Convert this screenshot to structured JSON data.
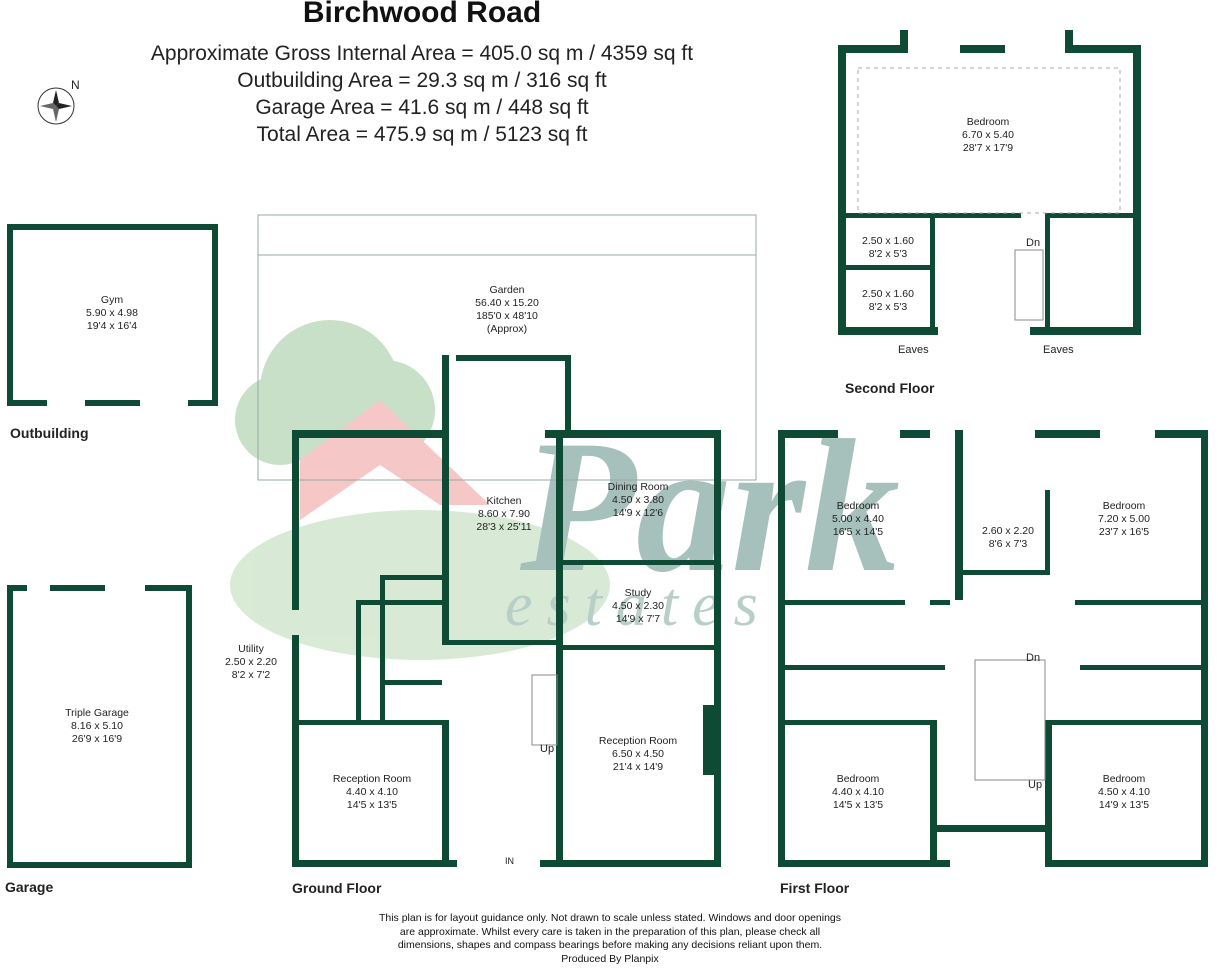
{
  "header": {
    "title": "Birchwood Road",
    "areas": [
      "Approximate Gross Internal Area = 405.0 sq m / 4359 sq ft",
      "Outbuilding Area = 29.3 sq m / 316 sq ft",
      "Garage Area = 41.6 sq m / 448 sq ft",
      "Total Area = 475.9 sq m / 5123 sq ft"
    ]
  },
  "compass": {
    "label": "N",
    "icon": "compass-icon"
  },
  "watermark": {
    "line1": "Park",
    "line2": "estates"
  },
  "colors": {
    "wall": "#0f4a35",
    "watermark_red": "#e78e8e",
    "watermark_green": "#8fc08a",
    "watermark_teal": "#3f7c73"
  },
  "floors": {
    "outbuilding": "Outbuilding",
    "garage": "Garage",
    "ground": "Ground Floor",
    "first": "First Floor",
    "second": "Second Floor"
  },
  "rooms": {
    "gym": {
      "name": "Gym",
      "metric": "5.90 x 4.98",
      "imperial": "19'4 x 16'4"
    },
    "garden": {
      "name": "Garden",
      "metric": "56.40 x 15.20",
      "imperial": "185'0 x 48'10",
      "note": "(Approx)"
    },
    "triple_garage": {
      "name": "Triple Garage",
      "metric": "8.16 x 5.10",
      "imperial": "26'9 x 16'9"
    },
    "kitchen": {
      "name": "Kitchen",
      "metric": "8.60 x 7.90",
      "imperial": "28'3 x 25'11"
    },
    "dining": {
      "name": "Dining Room",
      "metric": "4.50 x 3.80",
      "imperial": "14'9 x 12'6"
    },
    "study": {
      "name": "Study",
      "metric": "4.50 x 2.30",
      "imperial": "14'9 x 7'7"
    },
    "utility": {
      "name": "Utility",
      "metric": "2.50 x 2.20",
      "imperial": "8'2 x 7'2"
    },
    "reception_left": {
      "name": "Reception Room",
      "metric": "4.40 x 4.10",
      "imperial": "14'5 x 13'5"
    },
    "reception_right": {
      "name": "Reception Room",
      "metric": "6.50 x 4.50",
      "imperial": "21'4 x 14'9"
    },
    "ff_bed_tl": {
      "name": "Bedroom",
      "metric": "5.00 x 4.40",
      "imperial": "16'5 x 14'5"
    },
    "ff_small": {
      "metric": "2.60 x 2.20",
      "imperial": "8'6 x 7'3"
    },
    "ff_bed_tr": {
      "name": "Bedroom",
      "metric": "7.20 x 5.00",
      "imperial": "23'7 x 16'5"
    },
    "ff_bed_bl": {
      "name": "Bedroom",
      "metric": "4.40 x 4.10",
      "imperial": "14'5 x 13'5"
    },
    "ff_bed_br": {
      "name": "Bedroom",
      "metric": "4.50 x 4.10",
      "imperial": "14'9 x 13'5"
    },
    "sf_bedroom": {
      "name": "Bedroom",
      "metric": "6.70 x 5.40",
      "imperial": "28'7 x 17'9"
    },
    "sf_store1": {
      "metric": "2.50 x 1.60",
      "imperial": "8'2 x 5'3"
    },
    "sf_store2": {
      "metric": "2.50 x 1.60",
      "imperial": "8'2 x 5'3"
    }
  },
  "labels": {
    "up_ground": "Up",
    "in": "IN",
    "dn_first": "Dn",
    "up_first": "Up",
    "dn_second": "Dn",
    "eaves_left": "Eaves",
    "eaves_right": "Eaves"
  },
  "disclaimer": {
    "lines": [
      "This plan is for layout guidance only. Not drawn to scale unless stated. Windows and door openings",
      "are approximate. Whilst every care is taken in the preparation of this plan, please check all",
      "dimensions, shapes and compass bearings before making any decisions reliant upon them.",
      "Produced By Planpix"
    ]
  }
}
